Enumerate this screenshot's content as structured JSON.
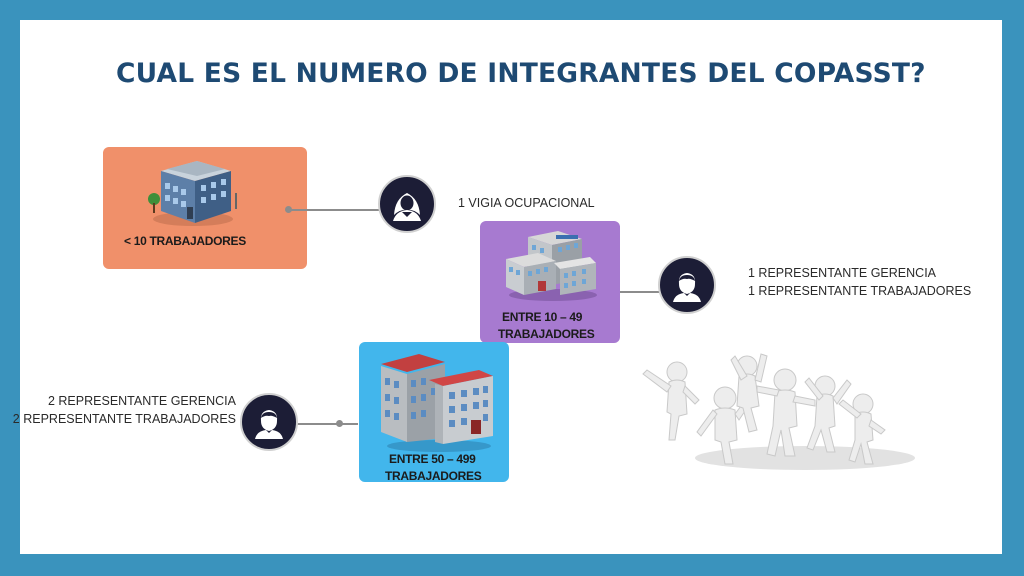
{
  "title": "CUAL ES EL NUMERO DE INTEGRANTES DEL COPASST?",
  "tiers": [
    {
      "label_line1": "< 10 TRABAJADORES",
      "label_line2": "",
      "color": "#f0906a",
      "icon": "small-building-icon",
      "person_icon": "woman-icon",
      "members": [
        "1 VIGIA OCUPACIONAL"
      ]
    },
    {
      "label_line1": "ENTRE 10 – 49",
      "label_line2": "TRABAJADORES",
      "color": "#a77ad0",
      "icon": "medium-building-icon",
      "person_icon": "man-icon",
      "members": [
        "1 REPRESENTANTE GERENCIA",
        "1 REPRESENTANTE TRABAJADORES"
      ]
    },
    {
      "label_line1": "ENTRE 50 – 499",
      "label_line2": "TRABAJADORES",
      "color": "#42b6ec",
      "icon": "large-building-icon",
      "person_icon": "man-icon",
      "members": [
        "2 REPRESENTANTE GERENCIA",
        "2 REPRESENTANTE TRABAJADORES"
      ]
    }
  ],
  "decor": {
    "group_icon": "celebrating-people-icon"
  },
  "colors": {
    "frame": "#3a93bd",
    "title": "#1e4a73",
    "circle": "#1c1d36",
    "connector": "#8c8c8c"
  }
}
